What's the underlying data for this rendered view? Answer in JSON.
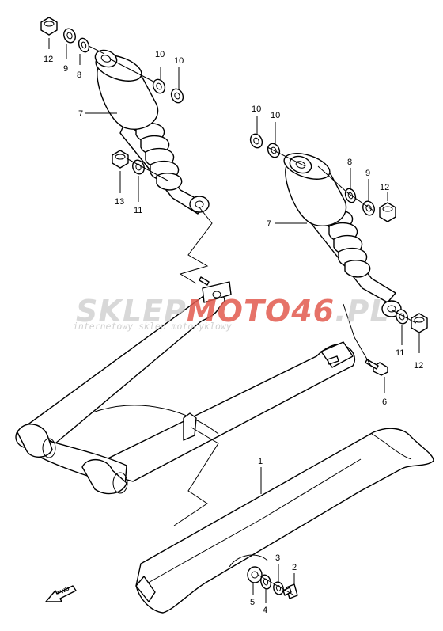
{
  "watermark": {
    "brand_a": "SKLEP",
    "brand_b": "MOTO",
    "brand_c": "46",
    "brand_d": ".PL",
    "tagline": "internetowy sklep motocyklowy",
    "colors": {
      "grey": "#d2d2d2",
      "red": "#e25a4e"
    }
  },
  "fwd_label": "FWD",
  "callouts": [
    {
      "id": "c12a",
      "text": "12"
    },
    {
      "id": "c9a",
      "text": "9"
    },
    {
      "id": "c8a",
      "text": "8"
    },
    {
      "id": "c10a",
      "text": "10"
    },
    {
      "id": "c10b",
      "text": "10"
    },
    {
      "id": "c7a",
      "text": "7"
    },
    {
      "id": "c13",
      "text": "13"
    },
    {
      "id": "c11a",
      "text": "11"
    },
    {
      "id": "c10c",
      "text": "10"
    },
    {
      "id": "c10d",
      "text": "10"
    },
    {
      "id": "c8b",
      "text": "8"
    },
    {
      "id": "c9b",
      "text": "9"
    },
    {
      "id": "c12b",
      "text": "12"
    },
    {
      "id": "c7b",
      "text": "7"
    },
    {
      "id": "c11b",
      "text": "11"
    },
    {
      "id": "c12c",
      "text": "12"
    },
    {
      "id": "c6",
      "text": "6"
    },
    {
      "id": "c1",
      "text": "1"
    },
    {
      "id": "c3",
      "text": "3"
    },
    {
      "id": "c2",
      "text": "2"
    },
    {
      "id": "c5",
      "text": "5"
    },
    {
      "id": "c4",
      "text": "4"
    }
  ]
}
